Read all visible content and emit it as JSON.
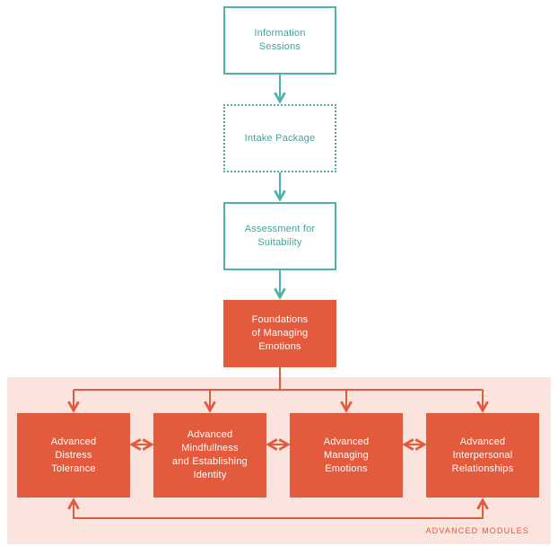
{
  "colors": {
    "teal": "#4db3a8",
    "teal_text": "#3fa79b",
    "accent": "#e35a3d",
    "panel_bg": "#fbe4de"
  },
  "steps": {
    "information_sessions": "Information\nSessions",
    "intake_package": "Intake Package",
    "assessment": "Assessment for\nSuitability",
    "foundations": "Foundations\nof Managing\nEmotions"
  },
  "advanced_modules": {
    "label": "ADVANCED MODULES",
    "distress_tolerance": "Advanced\nDistress\nTolerance",
    "mindfulness": "Advanced\nMindfullness\nand Establishing\nIdentity",
    "managing_emotions": "Advanced\nManaging\nEmotions",
    "interpersonal": "Advanced\nInterpersonal\nRelationships"
  }
}
